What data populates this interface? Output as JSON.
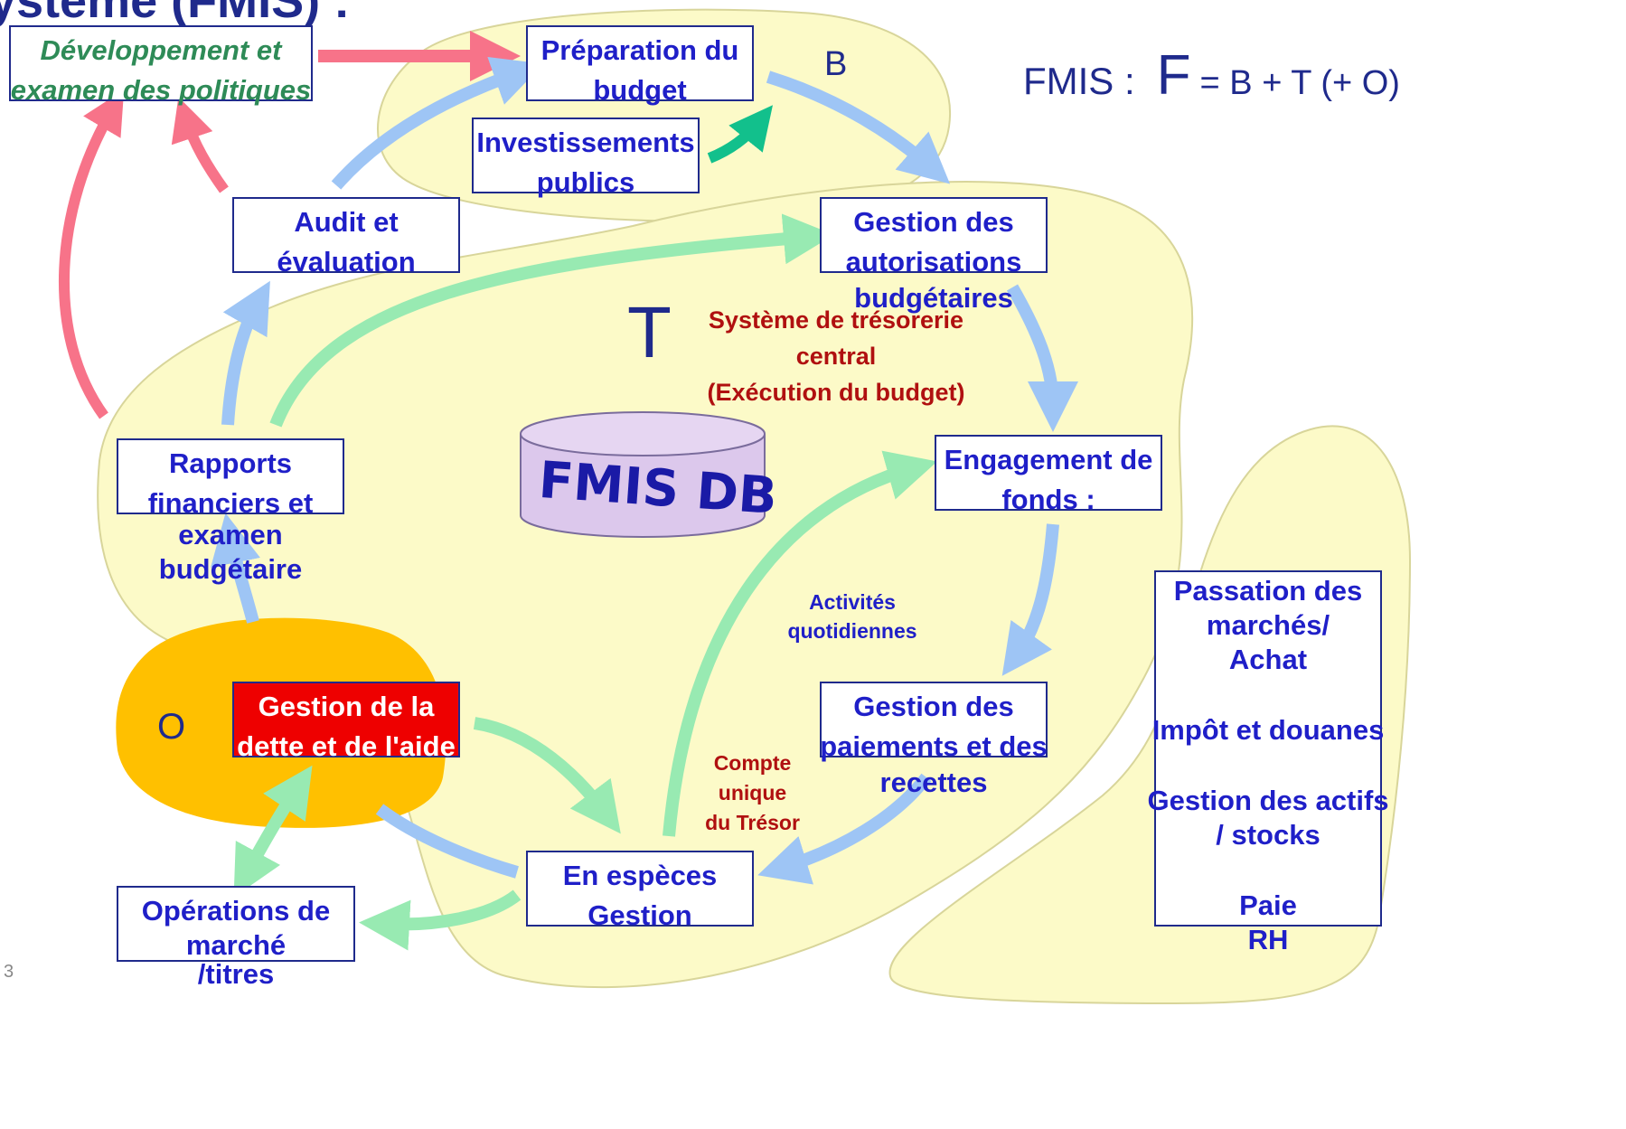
{
  "header": {
    "title": "ystème (FMIS) :"
  },
  "boxes": {
    "policy": {
      "line1": "Développement et",
      "line2": "examen des politiques"
    },
    "budget_prep": {
      "line1": "Préparation du",
      "line2": "budget"
    },
    "public_invest": {
      "line1": "Investissements",
      "line2": "publics"
    },
    "audit": {
      "line1": "Audit et",
      "line2": "évaluation"
    },
    "authorizations": {
      "line1": "Gestion des",
      "line2": "autorisations",
      "line3": "budgétaires"
    },
    "reports": {
      "line1": "Rapports",
      "line2": "financiers et",
      "line3": "examen",
      "line4": "budgétaire"
    },
    "commitment": {
      "line1": "Engagement de",
      "line2": "fonds :"
    },
    "debt": {
      "line1": "Gestion de la",
      "line2": "dette et de l'aide"
    },
    "payments": {
      "line1": "Gestion des",
      "line2": "paiements et des",
      "line3": "recettes"
    },
    "cash": {
      "line1": "En espèces",
      "line2": "Gestion"
    },
    "market_ops": {
      "line1": "Opérations de",
      "line2": "marché",
      "line3": "/titres"
    },
    "other_systems": {
      "item1_line1": "Passation des",
      "item1_line2": "marchés/",
      "item1_line3": "Achat",
      "item2": "Impôt et douanes",
      "item3_line1": "Gestion des actifs",
      "item3_line2": "/ stocks",
      "item4_line1": "Paie",
      "item4_line2": "RH"
    }
  },
  "labels": {
    "b": "B",
    "t": "T",
    "o": "O",
    "formula_prefix": "FMIS :",
    "formula_f": "F",
    "formula_rest": "= B + T (+ O)",
    "treasury_line1": "Système de trésorerie",
    "treasury_line2": "central",
    "treasury_line3": "(Exécution du budget)",
    "database": "FMIS DB",
    "daily_line1": "Activités",
    "daily_line2": "quotidiennes",
    "tsa_line1": "Compte",
    "tsa_line2": "unique",
    "tsa_line3": "du Trésor",
    "slide_number": "3"
  },
  "colors": {
    "blob_fill": "#fcfac8",
    "blob_stroke": "#d8d59a",
    "o_blob": "#ffc000",
    "box_text": "#1f1fc8",
    "box_border": "#1f2a8c",
    "arrow_blue": "#9ec5f5",
    "arrow_green": "#98eab2",
    "arrow_pink": "#f77389",
    "arrow_teal": "#12c08c",
    "treasury_text": "#b01010",
    "db_fill": "#dcc8ec"
  }
}
